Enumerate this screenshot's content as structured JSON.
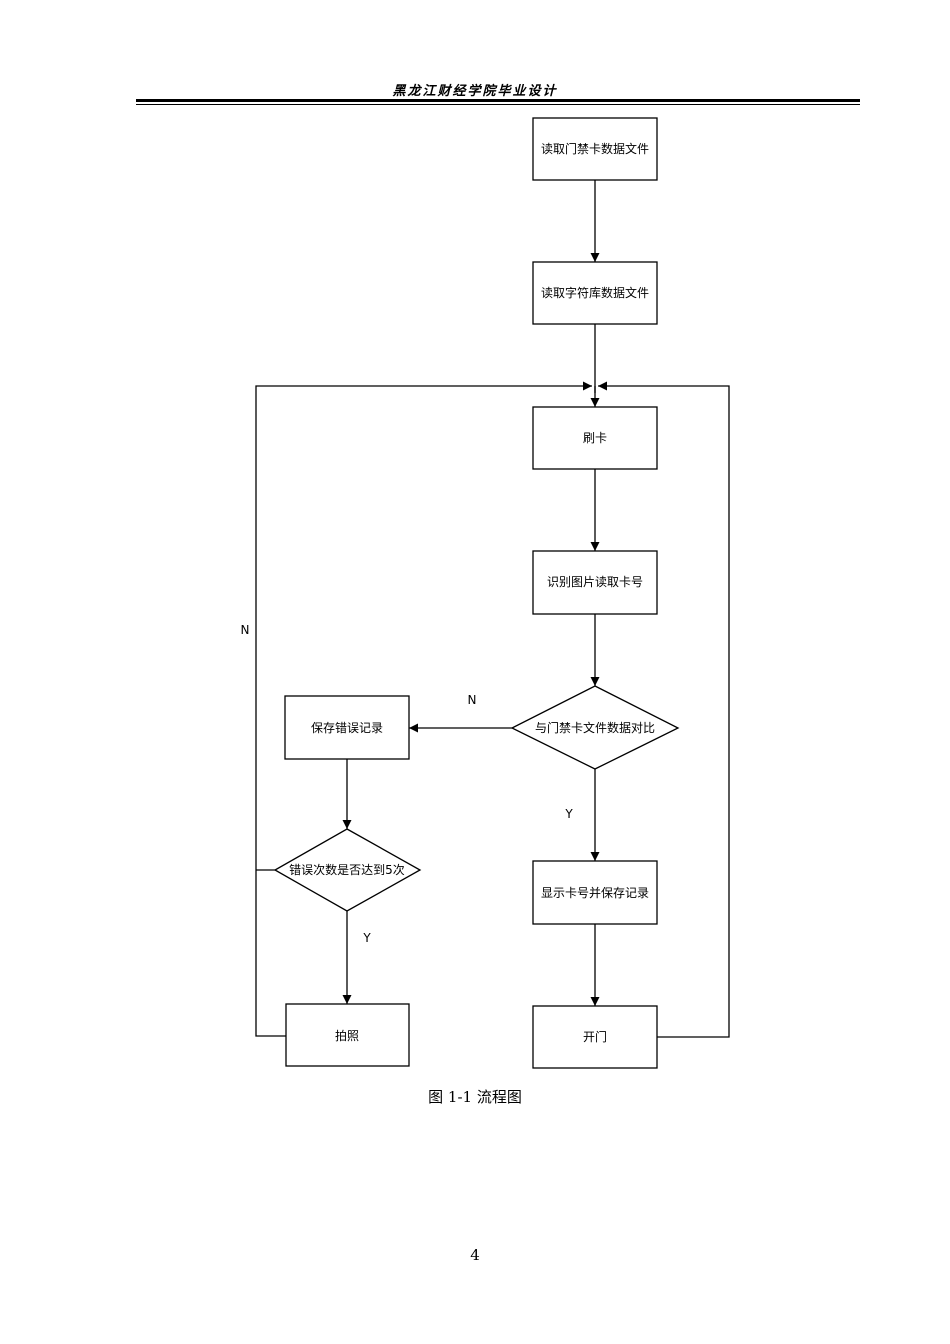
{
  "header": {
    "title": "黑龙江财经学院毕业设计"
  },
  "flowchart": {
    "nodes": {
      "read_card_file": "读取门禁卡数据文件",
      "read_char_lib": "读取字符库数据文件",
      "swipe": "刷卡",
      "recognize": "识别图片读取卡号",
      "compare": "与门禁卡文件数据对比",
      "save_error": "保存错误记录",
      "error_check": "错误次数是否达到5次",
      "show_save": "显示卡号并保存记录",
      "photo": "拍照",
      "open_door": "开门"
    },
    "labels": {
      "loop_n": "N",
      "compare_n": "N",
      "compare_y": "Y",
      "error_y": "Y"
    }
  },
  "caption": "图 1-1 流程图",
  "page_number": "4"
}
